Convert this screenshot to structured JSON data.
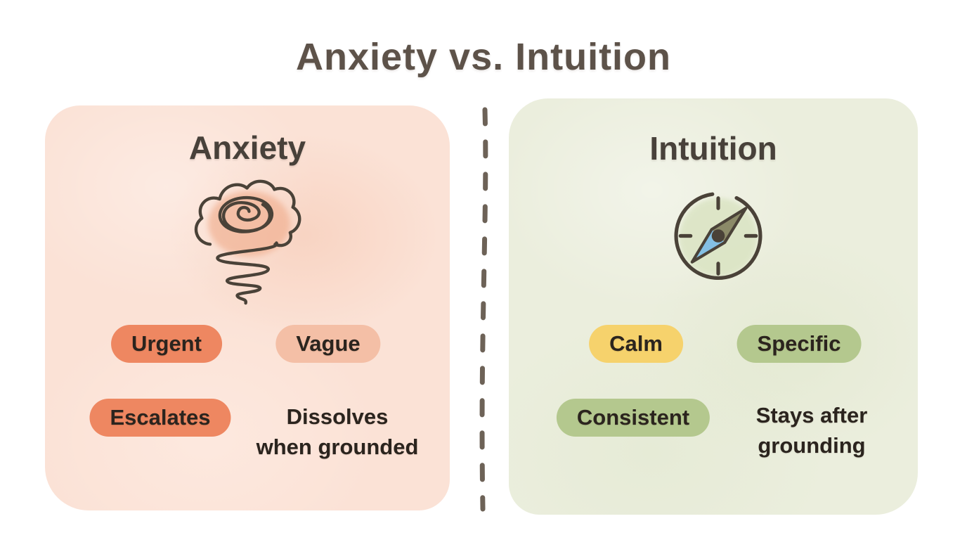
{
  "title": "Anxiety vs. Intuition",
  "divider": {
    "color": "#6d6257"
  },
  "text_colors": {
    "title": "#5d5249",
    "heading": "#48413a",
    "body": "#2b241e"
  },
  "left": {
    "heading": "Anxiety",
    "icon": "scribble-storm-cloud-icon",
    "panel_color": "#fbe2d6",
    "icon_wash_color": "#f0ae8e",
    "line_color": "#4a4238",
    "pills": [
      {
        "label": "Urgent",
        "color": "#ee8761"
      },
      {
        "label": "Vague",
        "color": "#f4bfa6"
      },
      {
        "label": "Escalates",
        "color": "#ee8761"
      }
    ],
    "note_lines": [
      "Dissolves",
      "when grounded"
    ]
  },
  "right": {
    "heading": "Intuition",
    "icon": "compass-icon",
    "panel_color": "#ebeedd",
    "icon_wash_color": "#d9e3c1",
    "line_color": "#4a4238",
    "needle_upper_color": "#8b8a68",
    "needle_lower_color": "#84c0e4",
    "needle_hub_color": "#4a4238",
    "pills": [
      {
        "label": "Calm",
        "color": "#f6d26c"
      },
      {
        "label": "Specific",
        "color": "#b4c88e"
      },
      {
        "label": "Consistent",
        "color": "#b4c88e"
      }
    ],
    "note_lines": [
      "Stays after",
      "grounding"
    ]
  }
}
